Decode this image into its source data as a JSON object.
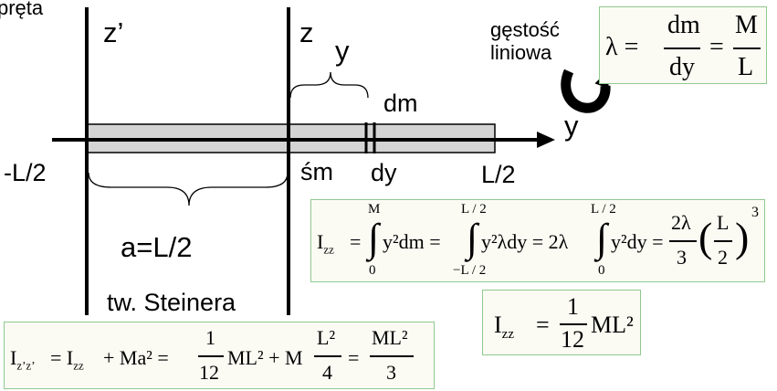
{
  "labels": {
    "corner": "pręta",
    "z_prime": "z’",
    "z": "z",
    "y_top": "y",
    "dm": "dm",
    "y_axis": "y",
    "neg_half": "-L/2",
    "com": "śm",
    "dy": "dy",
    "pos_half": "L/2",
    "a_dist": "a=L/2",
    "steiner": "tw. Steinera",
    "density_line1": "gęstość",
    "density_line2": "liniowa"
  },
  "equations": {
    "lambda": {
      "lhs": "λ =",
      "f1_num": "dm",
      "f1_den": "dy",
      "eq2": "=",
      "f2_num": "M",
      "f2_den": "L"
    },
    "izz_integral": {
      "lhs": "I",
      "lhs_sub": "zz",
      "eq1": "=",
      "i1_top": "M",
      "i1_bot": "0",
      "t1": "y²dm =",
      "i2_top": "L / 2",
      "i2_bot": "−L / 2",
      "t2": "y²λdy = 2λ",
      "i3_top": "L / 2",
      "i3_bot": "0",
      "t3": "y²dy =",
      "f_num": "2λ",
      "f_den": "3",
      "paren_content": "L",
      "paren_den": "2",
      "power": "3"
    },
    "izz_result": {
      "lhs": "I",
      "lhs_sub": "zz",
      "eq": "=",
      "f_num": "1",
      "f_den": "12",
      "tail": "ML²"
    },
    "steiner_eq": {
      "lhs": "I",
      "lhs_sub": "z’z’",
      "t1": "= I",
      "t1_sub": "zz",
      "t2": "+ Ma² =",
      "f1_num": "1",
      "f1_den": "12",
      "t3": "ML² + M",
      "f2_num": "L²",
      "f2_den": "4",
      "t4": "=",
      "f3_num": "ML²",
      "f3_den": "3"
    }
  },
  "colors": {
    "rod_fill": "#d4d4d4",
    "box_border": "#8fc98f",
    "box_fill": "#fbfbf4"
  }
}
